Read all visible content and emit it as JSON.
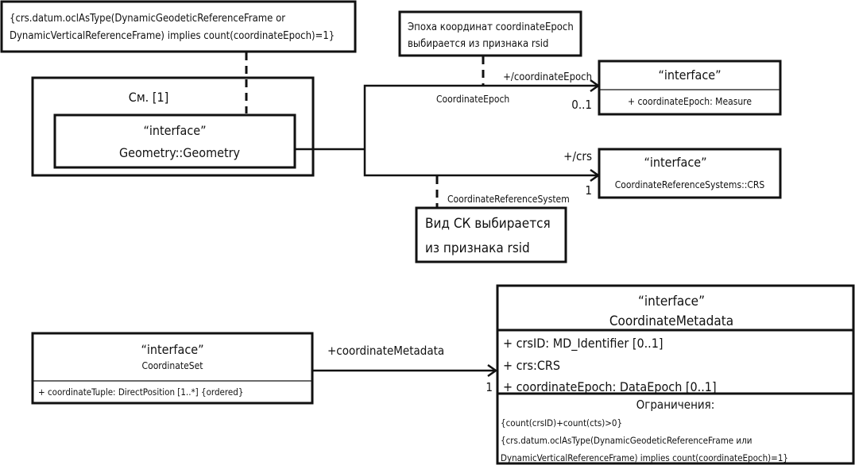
{
  "notes": {
    "top_constraint": [
      "{crs.datum.oclAsType(DynamicGeodeticReferenceFrame or",
      "DynamicVerticalReferenceFrame) implies count(coordinateEpoch)=1}"
    ],
    "epoch_note": [
      "Эпоха координат coordinateEpoch",
      "выбирается из признака rsid"
    ],
    "crs_note": [
      "Вид СК выбирается",
      "из признака rsid"
    ]
  },
  "geometry_package": {
    "label": "См. [1]",
    "stereotype": "“interface”",
    "name": "Geometry::Geometry"
  },
  "epoch_class": {
    "stereotype": "“interface”",
    "attribute": "+ coordinateEpoch: Measure"
  },
  "crs_class": {
    "stereotype": "“interface”",
    "name": "CoordinateReferenceSystems::CRS"
  },
  "associations": {
    "epoch_role": "+/coordinateEpoch",
    "epoch_name": "CoordinateEpoch",
    "epoch_mult": "0..1",
    "crs_role": "+/crs",
    "crs_name": "CoordinateReferenceSystem",
    "crs_mult": "1",
    "metadata_role": "+coordinateMetadata",
    "metadata_mult": "1"
  },
  "coordinate_set": {
    "stereotype": "“interface”",
    "name": "CoordinateSet",
    "attribute": "+ coordinateTuple: DirectPosition [1..*] {ordered}"
  },
  "coordinate_metadata": {
    "stereotype": "“interface”",
    "name": "CoordinateMetadata",
    "attributes": [
      "+ crsID: MD_Identifier [0..1]",
      "+ crs:CRS",
      "+ coordinateEpoch: DataEpoch [0..1]"
    ],
    "constraints_title": "Ограничения:",
    "constraints": [
      "{count(crsID)+count(cts)>0}",
      "{crs.datum.oclAsType(DynamicGeodeticReferenceFrame или",
      "DynamicVerticalReferenceFrame) implies count(coordinateEpoch)=1}"
    ]
  }
}
